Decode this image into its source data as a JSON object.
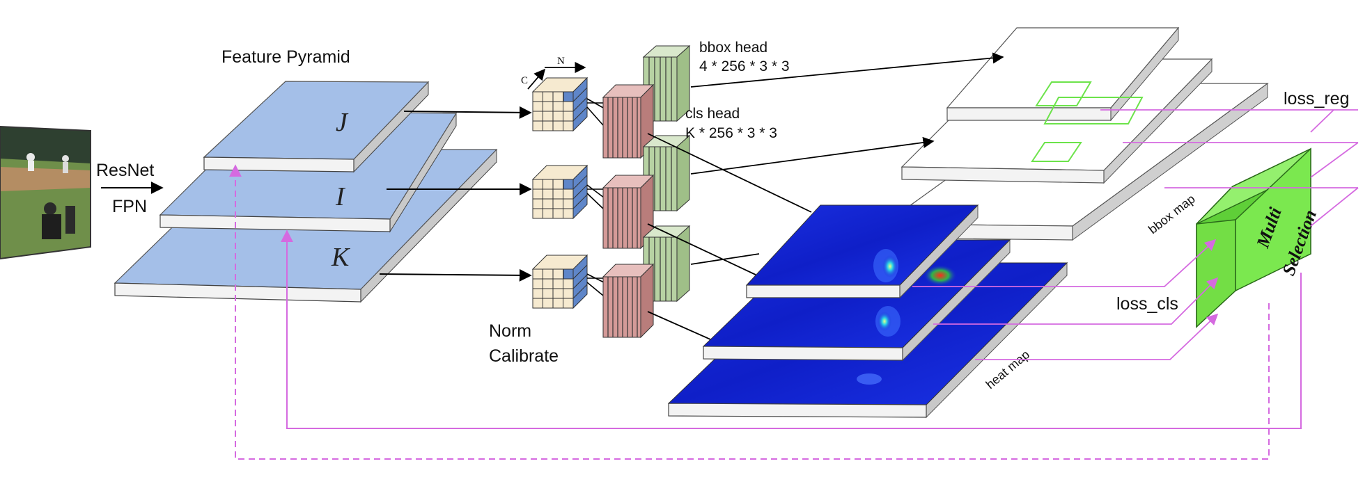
{
  "labels": {
    "resnet": "ResNet",
    "fpn": "FPN",
    "feature_pyramid": "Feature Pyramid",
    "level_j": "J",
    "level_i": "I",
    "level_k": "K",
    "axis_c": "C",
    "axis_n": "N",
    "norm": "Norm",
    "calibrate": "Calibrate",
    "bbox_head": "bbox head",
    "bbox_head_dims": "4 * 256 * 3 * 3",
    "cls_head": "cls head",
    "cls_head_dims": "K * 256 * 3 * 3",
    "bbox_map": "bbox map",
    "heat_map": "heat map",
    "loss_reg": "loss_reg",
    "loss_cls": "loss_cls",
    "multi": "Multi",
    "selection": "Selection"
  },
  "colors": {
    "pyramid_blue": "#a4bfe8",
    "cube_cream": "#f6ead0",
    "cube_blue": "#5f86c9",
    "cls_red": "#d49a98",
    "bbox_green": "#b7d2a3",
    "heatmap_blue": "#1426d6",
    "multi_green": "#7be84f",
    "feedback_magenta": "#d56ae0"
  }
}
